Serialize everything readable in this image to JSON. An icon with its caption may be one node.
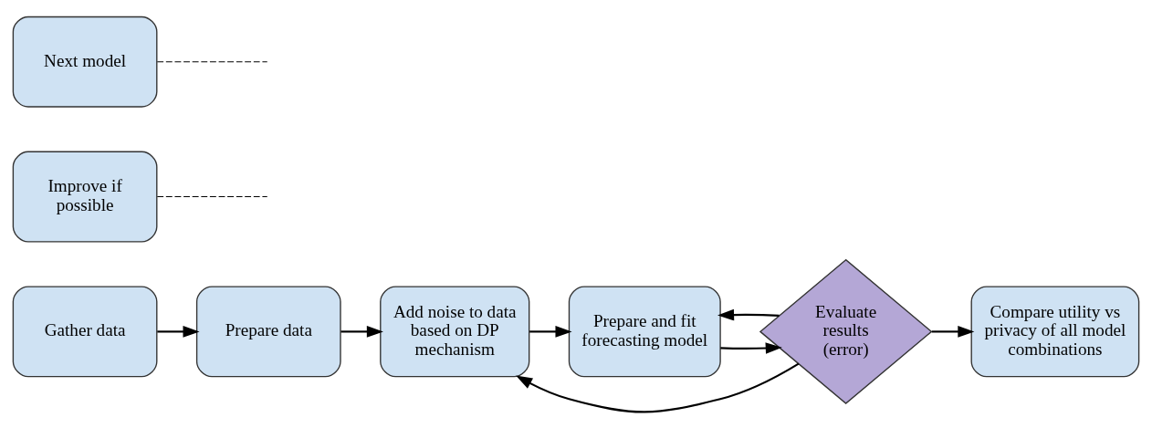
{
  "diagram": {
    "nodes": [
      {
        "text": [
          "Gather data"
        ]
      },
      {
        "text": [
          "Prepare data"
        ]
      },
      {
        "text": [
          "Add noise to data based on DP mechanism"
        ]
      },
      {
        "text": [
          "Prepare and fit forecasting model"
        ]
      },
      {
        "text": [
          "Evaluate results (error)"
        ]
      },
      {
        "text": [
          "Compare utility vs privacy of all model combinations"
        ]
      },
      {
        "text": [
          "Improve if possible"
        ]
      },
      {
        "text": [
          "Next model"
        ]
      }
    ],
    "edges": [
      {
        "from": 0,
        "to": 1,
        "arrow": "to"
      },
      {
        "from": 1,
        "to": 2,
        "arrow": "to"
      },
      {
        "from": 2,
        "to": 3,
        "arrow": "to"
      },
      {
        "from": 3,
        "to": 4,
        "arrow": "to"
      },
      {
        "from": 4,
        "to": 5,
        "arrow": "to"
      },
      {
        "from": 4,
        "to": 3,
        "arrow": "to"
      },
      {
        "from": 4,
        "to": 2,
        "arrow": "to"
      },
      {
        "from": 6,
        "to": null,
        "arrow": "none",
        "style": "dashed"
      },
      {
        "from": 7,
        "to": null,
        "arrow": "none",
        "style": "dashed"
      }
    ]
  }
}
